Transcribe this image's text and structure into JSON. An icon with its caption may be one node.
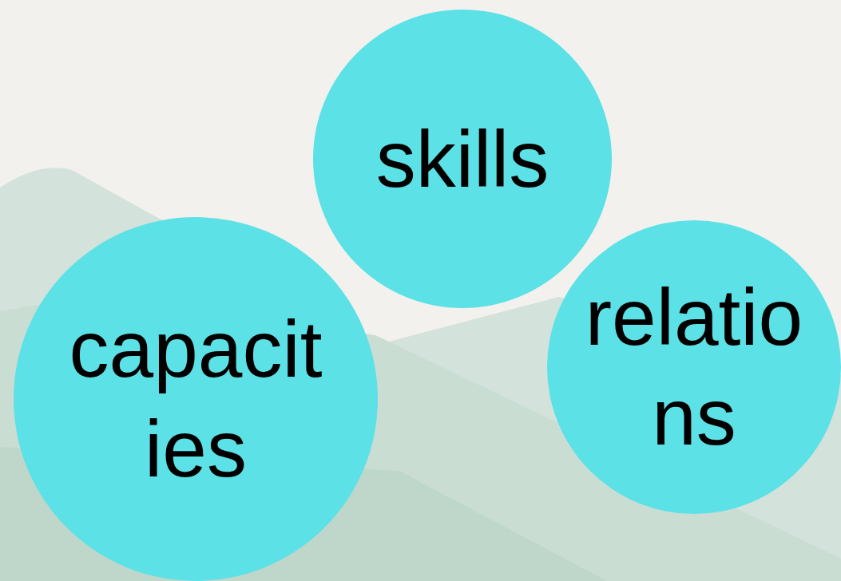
{
  "diagram": {
    "nodes": [
      {
        "text": [
          "skills"
        ]
      },
      {
        "text": [
          "capacities"
        ]
      },
      {
        "text": [
          "relations"
        ]
      }
    ]
  }
}
